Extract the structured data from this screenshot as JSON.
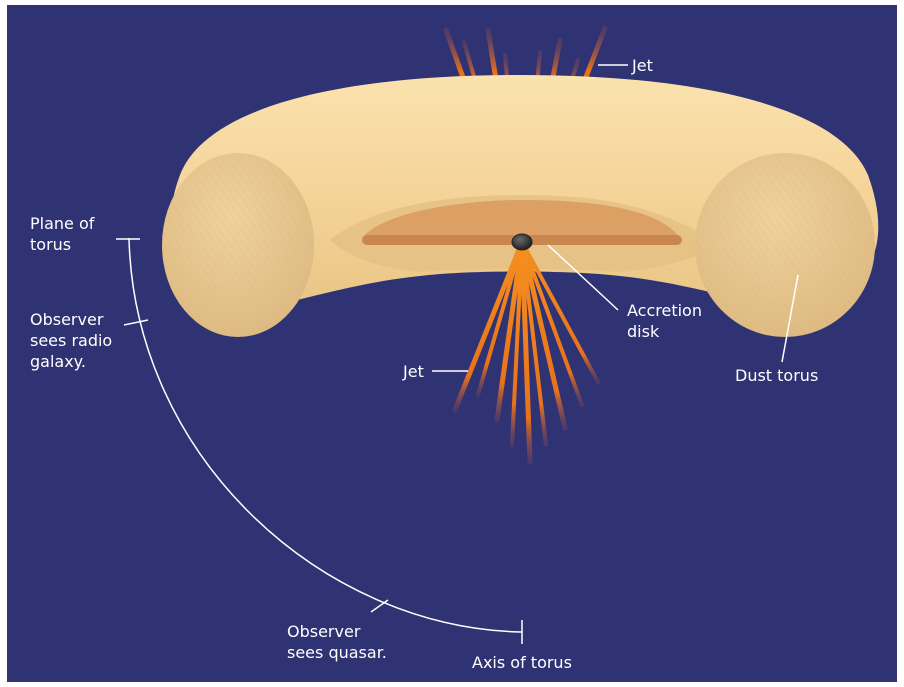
{
  "colors": {
    "background": "#303373",
    "torus_light": "#f8dba3",
    "torus_mid": "#ecc98e",
    "torus_shadow": "#d9b47a",
    "accretion_disk": "#d8975b",
    "jet": "#f28a22",
    "line": "#ffffff"
  },
  "labels": {
    "jet_top": "Jet",
    "jet_bottom": "Jet",
    "accretion_line1": "Accretion",
    "accretion_line2": "disk",
    "dust_torus": "Dust torus",
    "plane_line1": "Plane of",
    "plane_line2": "torus",
    "radio_line1": "Observer",
    "radio_line2": "sees radio",
    "radio_line3": "galaxy.",
    "quasar_line1": "Observer",
    "quasar_line2": "sees quasar.",
    "axis": "Axis of torus"
  },
  "icons": [
    "black-hole-icon"
  ]
}
